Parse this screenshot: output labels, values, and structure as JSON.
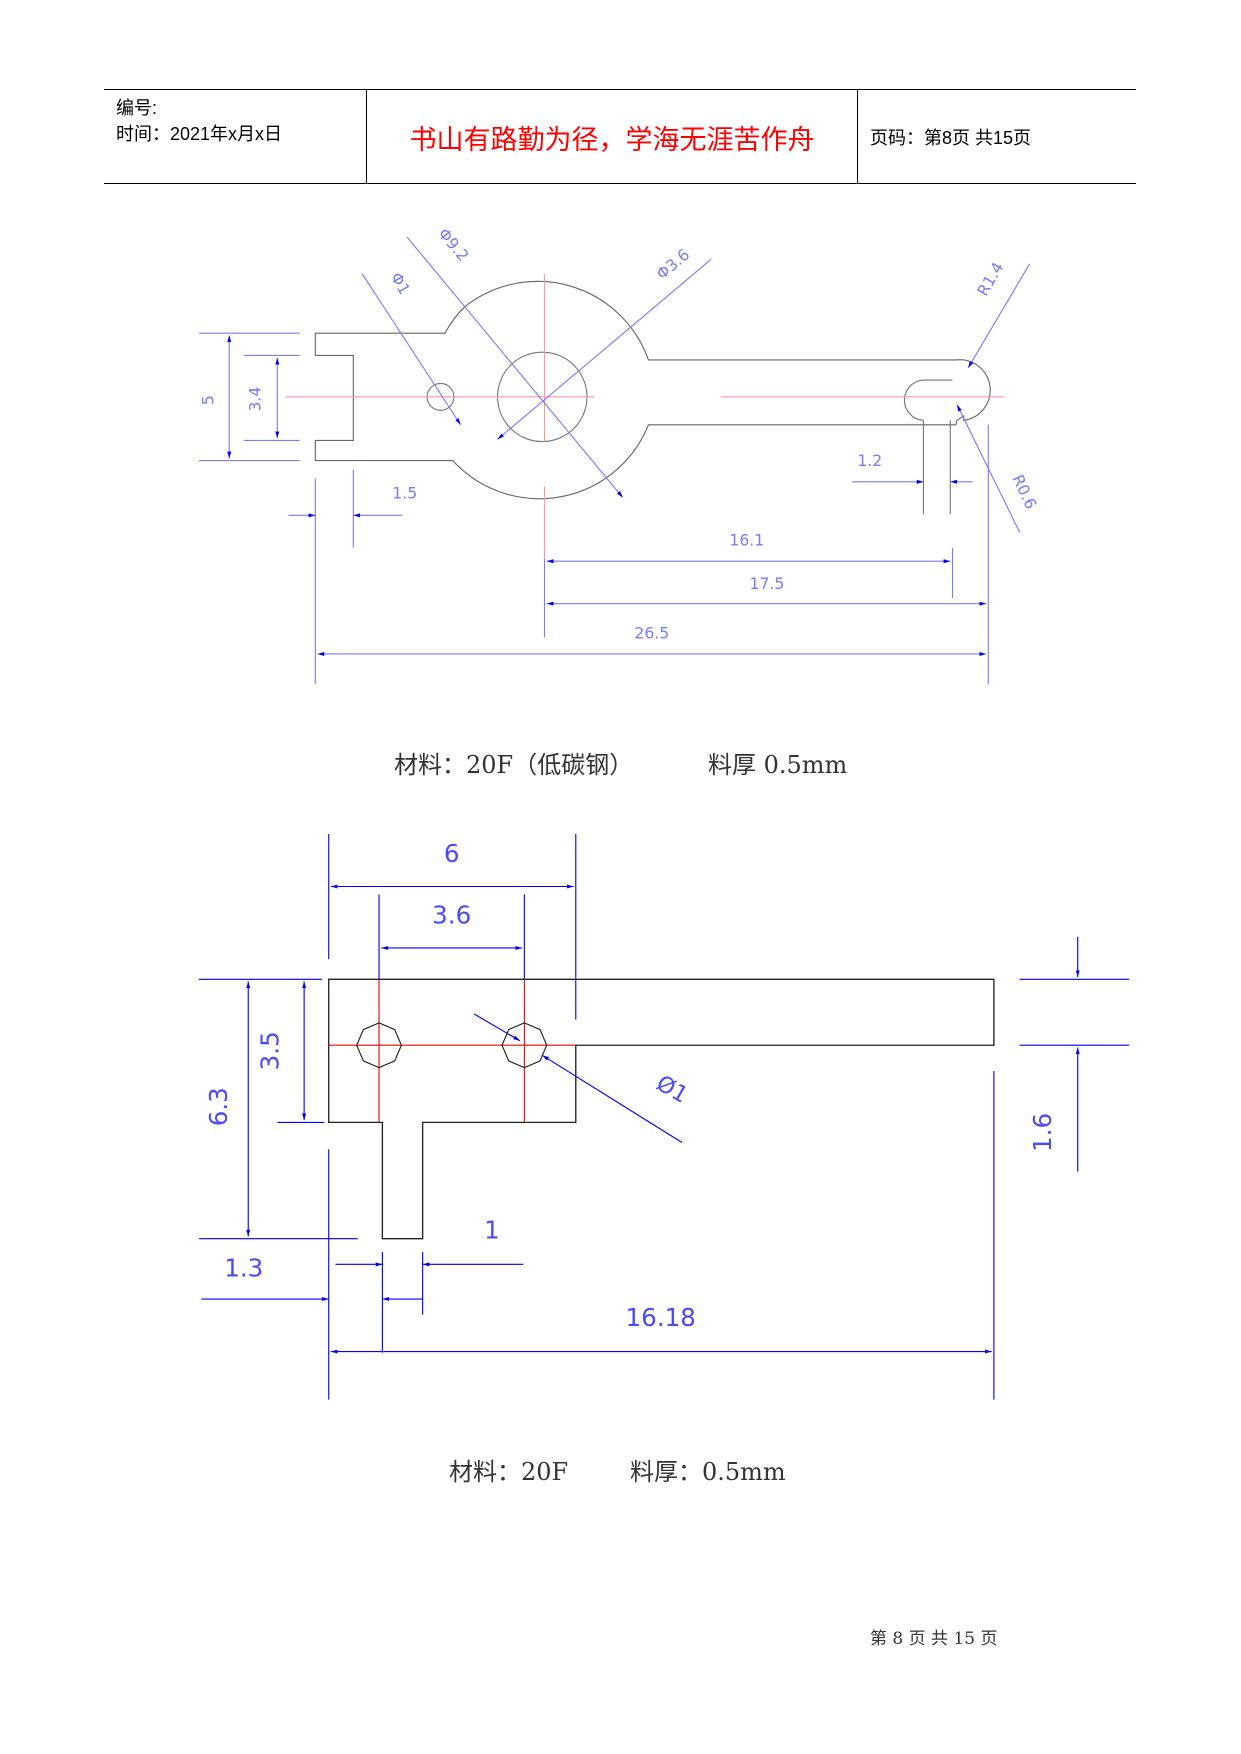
{
  "header": {
    "serial_label": "编号:",
    "date_label": "时间：2021年x月x日",
    "motto": "书山有路勤为径，学海无涯苦作舟",
    "page_label": "页码：第8页 共15页"
  },
  "drawing1": {
    "dimensions": {
      "d_outer": "Φ9.2",
      "d_small_hole": "Φ1",
      "d_center_hole": "Φ3.6",
      "r_tip": "R1.4",
      "r_slot": "R0.6",
      "height_total": "5",
      "height_notch": "3.4",
      "notch_depth": "1.5",
      "slot_width": "1.2",
      "len_16_1": "16.1",
      "len_17_5": "17.5",
      "len_26_5": "26.5"
    },
    "caption_material": "材料：20F（低碳钢）",
    "caption_thickness": "料厚 0.5mm"
  },
  "drawing2": {
    "dimensions": {
      "width_6": "6",
      "hole_spacing": "3.6",
      "hole_dia": "Ø1",
      "height_total": "6.3",
      "height_block": "3.5",
      "arm_height": "1.6",
      "tab_offset": "1.3",
      "tab_width": "1",
      "length_total": "16.18"
    },
    "caption_material": "材料：20F",
    "caption_thickness": "料厚：0.5mm"
  },
  "footer": {
    "page_text": "第 8 页 共 15 页"
  },
  "colors": {
    "outline": "#555555",
    "outline2": "#222222",
    "centerline": "#ff0000",
    "dimension": "#0000ff",
    "motto": "#ff0000"
  }
}
